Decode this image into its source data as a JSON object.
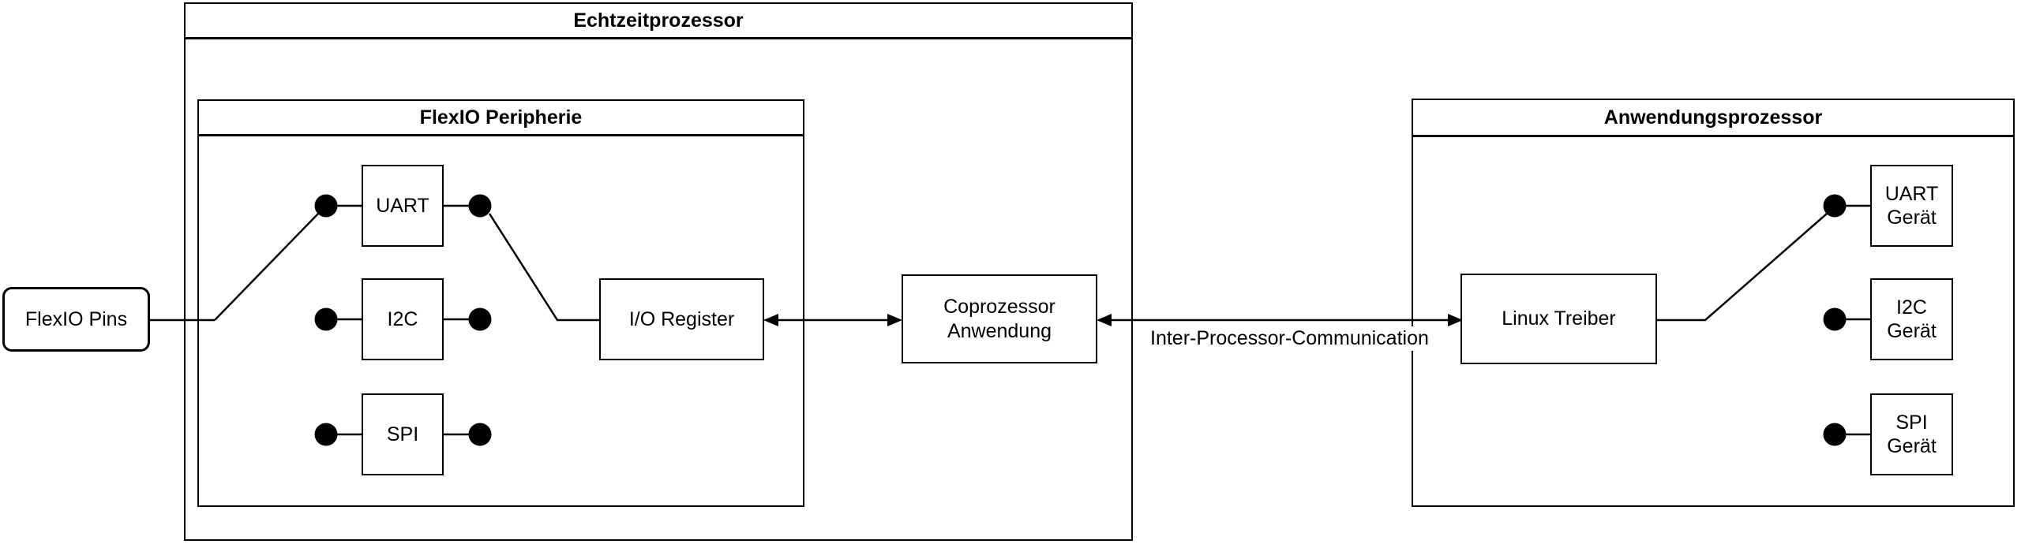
{
  "diagram": {
    "colors": {
      "stroke": "#000000",
      "background": "#ffffff"
    },
    "containers": {
      "echtzeitprozessor": {
        "title": "Echtzeitprozessor"
      },
      "flexio_peripherie": {
        "title": "FlexIO Peripherie"
      },
      "anwendungsprozessor": {
        "title": "Anwendungsprozessor"
      }
    },
    "nodes": {
      "flexio_pins": {
        "label": "FlexIO Pins"
      },
      "uart": {
        "label": "UART"
      },
      "i2c": {
        "label": "I2C"
      },
      "spi": {
        "label": "SPI"
      },
      "io_register": {
        "label": "I/O Register"
      },
      "coprozessor_anwendung": {
        "label": "Coprozessor\nAnwendung"
      },
      "linux_treiber": {
        "label": "Linux Treiber"
      },
      "uart_geraet": {
        "label": "UART\nGerät"
      },
      "i2c_geraet": {
        "label": "I2C\nGerät"
      },
      "spi_geraet": {
        "label": "SPI\nGerät"
      }
    },
    "edges": {
      "ipc_label": "Inter-Processor-Communication"
    }
  }
}
